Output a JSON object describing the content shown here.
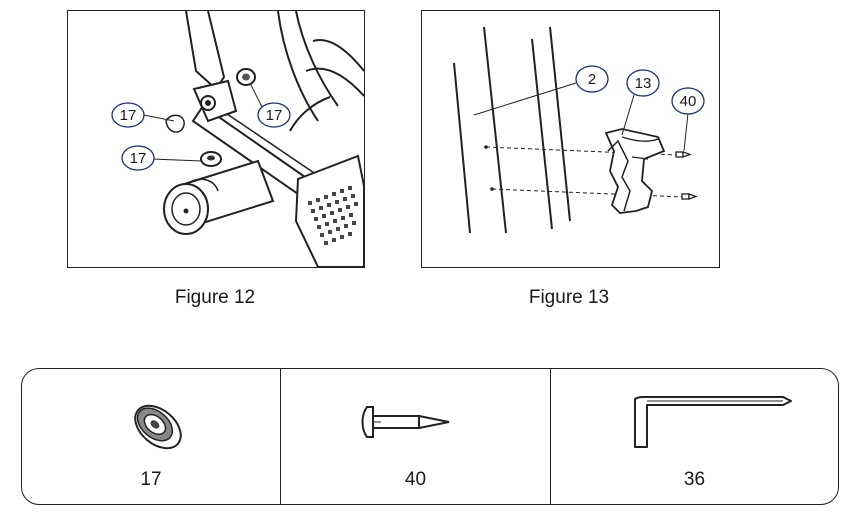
{
  "figures": [
    {
      "caption": "Figure 12",
      "callouts": [
        "17",
        "17",
        "17"
      ]
    },
    {
      "caption": "Figure 13",
      "callouts": [
        "2",
        "13",
        "40"
      ]
    }
  ],
  "parts": [
    {
      "number": "17",
      "icon": "cap-nut-icon"
    },
    {
      "number": "40",
      "icon": "screw-icon"
    },
    {
      "number": "36",
      "icon": "allen-key-icon"
    }
  ],
  "colors": {
    "line": "#222222",
    "callout_circle": "#1f2f6b",
    "background": "#ffffff"
  }
}
